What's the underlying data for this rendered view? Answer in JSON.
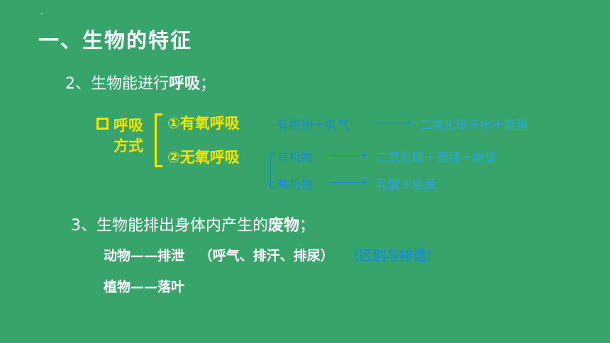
{
  "title": "一、生物的特征",
  "section2": {
    "prefix": "2、生物能进行",
    "keyword": "呼吸",
    "suffix": "；"
  },
  "resp": {
    "label_line1": "呼吸",
    "label_line2": "方式",
    "aerobic": "①有氧呼吸",
    "anaerobic": "②无氧呼吸",
    "aerobic_reactants": "有机物＋氧气",
    "aerobic_products": "二氧化碳＋水＋能量",
    "anaerobic_1_reactant": "有机物",
    "anaerobic_1_products": "二氧化碳＋酒精＋能量",
    "anaerobic_2_reactant": "有机物",
    "anaerobic_2_products": "乳酸＋能量"
  },
  "section3": {
    "prefix": "3、生物能排出身体内产生的",
    "keyword": "废物",
    "suffix": "；"
  },
  "animal_line": {
    "text": "动物——排泄",
    "detail": "（呼气、排汗、排尿）",
    "note": "（区别与排遗）"
  },
  "plant_line": {
    "text": "植物——落叶"
  },
  "colors": {
    "background": "#36a46b",
    "highlight": "#f5e400",
    "equation": "#1a90c9"
  }
}
